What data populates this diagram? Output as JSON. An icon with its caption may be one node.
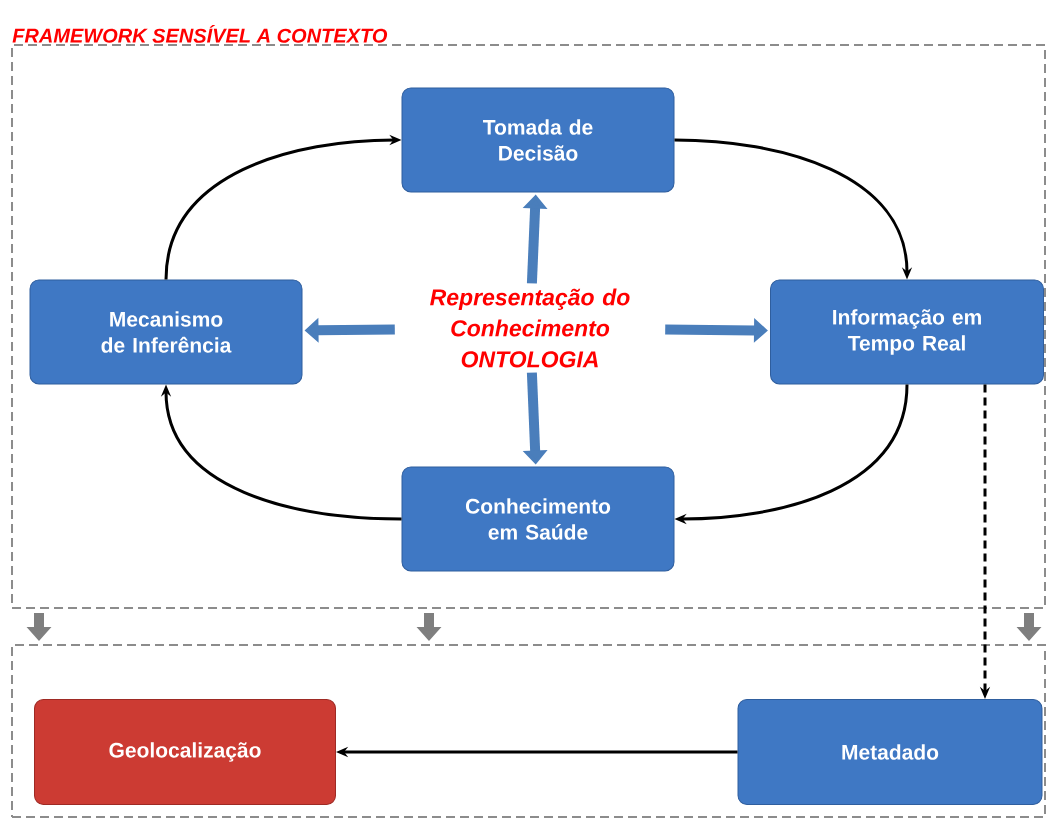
{
  "diagram": {
    "nodes": [
      {
        "text": [
          "FRAMEWORK SENSÍVEL A CONTEXTO"
        ]
      },
      {
        "text": [
          "Tomada de Decisão"
        ],
        "in": 0
      },
      {
        "text": [
          "Mecanismo de Inferência"
        ],
        "in": 0
      },
      {
        "text": [
          "Representação do Conhecimento ONTOLOGIA"
        ],
        "in": 0
      },
      {
        "text": [
          "Informação em Tempo Real"
        ],
        "in": 0
      },
      {
        "text": [
          "Conhecimento em Saúde"
        ],
        "in": 0
      },
      {
        "text": [],
        "shape": "box"
      },
      {
        "text": [
          "Geolocalização"
        ],
        "in": 6
      },
      {
        "text": [
          "Metadado"
        ],
        "in": 6
      }
    ],
    "edges": [
      {
        "from": 2,
        "to": 1,
        "arrow": "to"
      },
      {
        "from": 1,
        "to": 4,
        "arrow": "to"
      },
      {
        "from": 4,
        "to": 5,
        "arrow": "to"
      },
      {
        "from": 5,
        "to": 2,
        "arrow": "to"
      },
      {
        "from": 3,
        "to": 1,
        "arrow": "to",
        "color": "#4a7ebb"
      },
      {
        "from": 3,
        "to": 2,
        "arrow": "to",
        "color": "#4a7ebb"
      },
      {
        "from": 3,
        "to": 4,
        "arrow": "to",
        "color": "#4a7ebb"
      },
      {
        "from": 3,
        "to": 5,
        "arrow": "to",
        "color": "#4a7ebb"
      },
      {
        "from": 4,
        "to": 8,
        "arrow": "to",
        "style": "dashed"
      },
      {
        "from": 8,
        "to": 7,
        "arrow": "to"
      },
      {
        "from": 0,
        "to": 6,
        "arrow": "to",
        "color": "#7f7f7f"
      },
      {
        "from": 0,
        "to": 6,
        "arrow": "to",
        "color": "#7f7f7f"
      },
      {
        "from": 0,
        "to": 6,
        "arrow": "to",
        "color": "#7f7f7f"
      }
    ]
  }
}
